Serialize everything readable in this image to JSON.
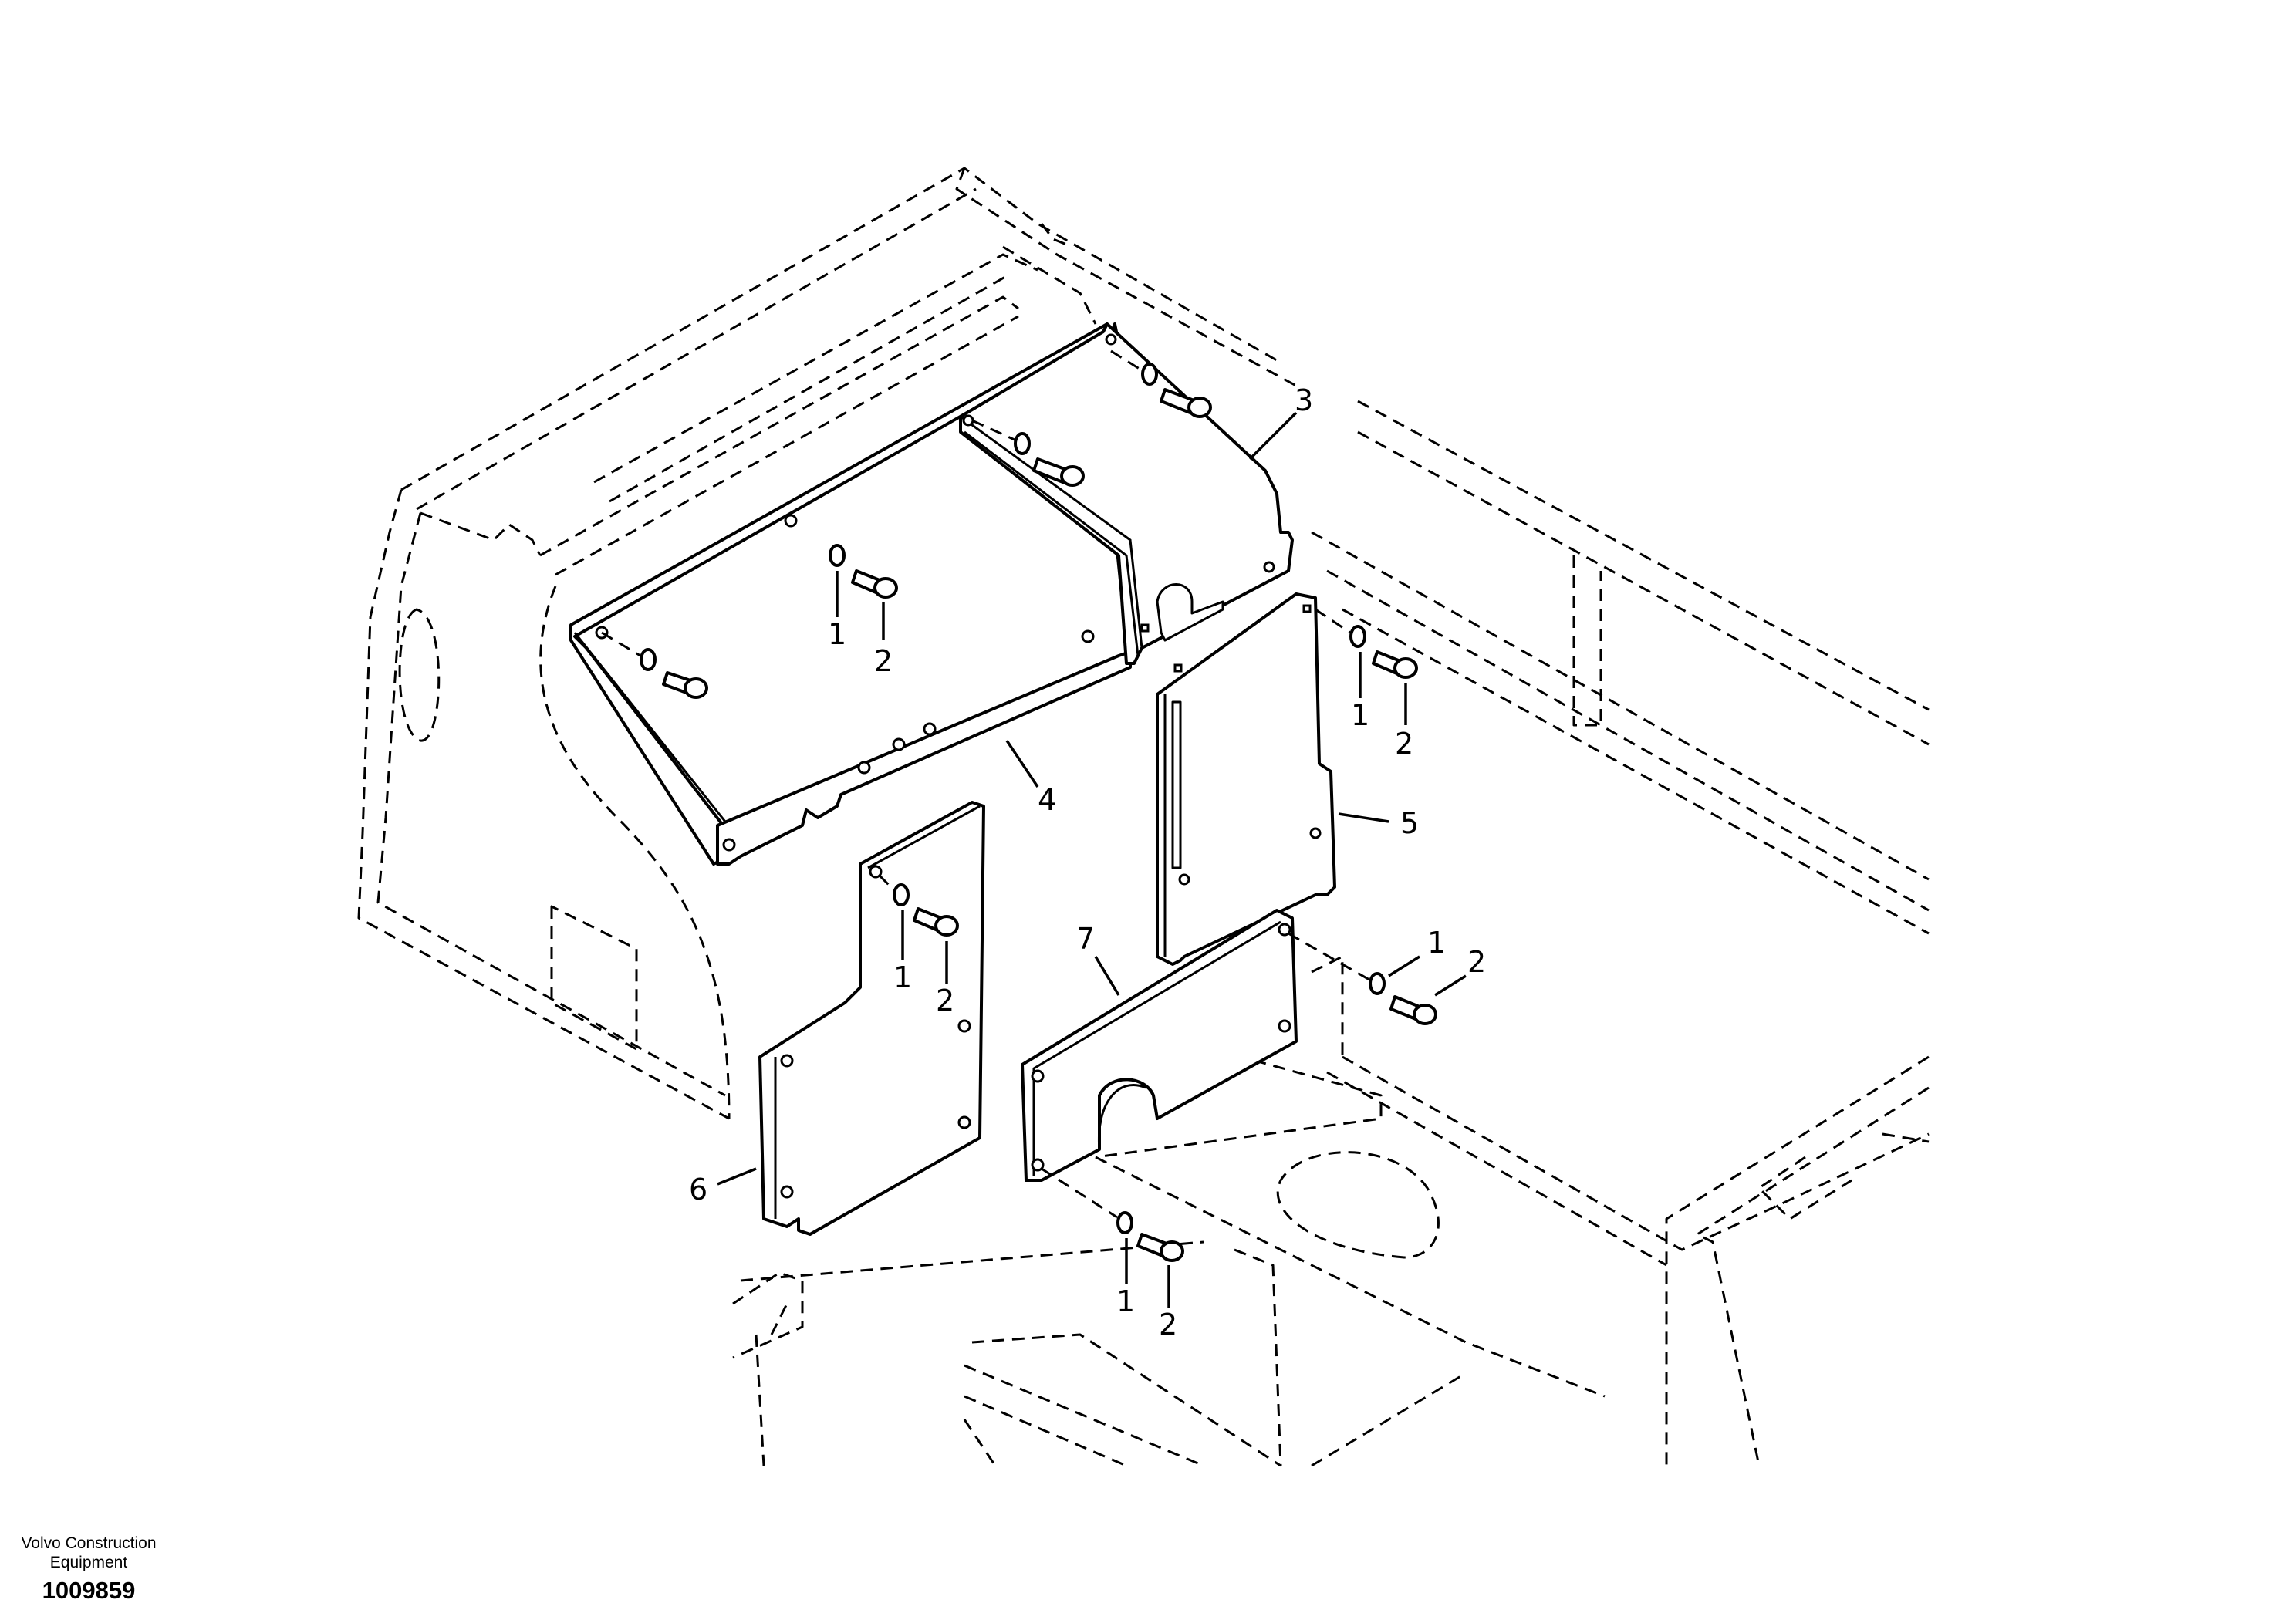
{
  "callouts": {
    "c1_a": "1",
    "c2_a": "2",
    "c1_b": "1",
    "c2_b": "2",
    "c3": "3",
    "c4": "4",
    "c5": "5",
    "c1_c": "1",
    "c2_c": "2",
    "c1_d": "1",
    "c2_d": "2",
    "c6": "6",
    "c7": "7",
    "c1_e": "1",
    "c2_e": "2"
  },
  "footer": {
    "brand": "Volvo Construction Equipment",
    "reference": "1009859"
  }
}
